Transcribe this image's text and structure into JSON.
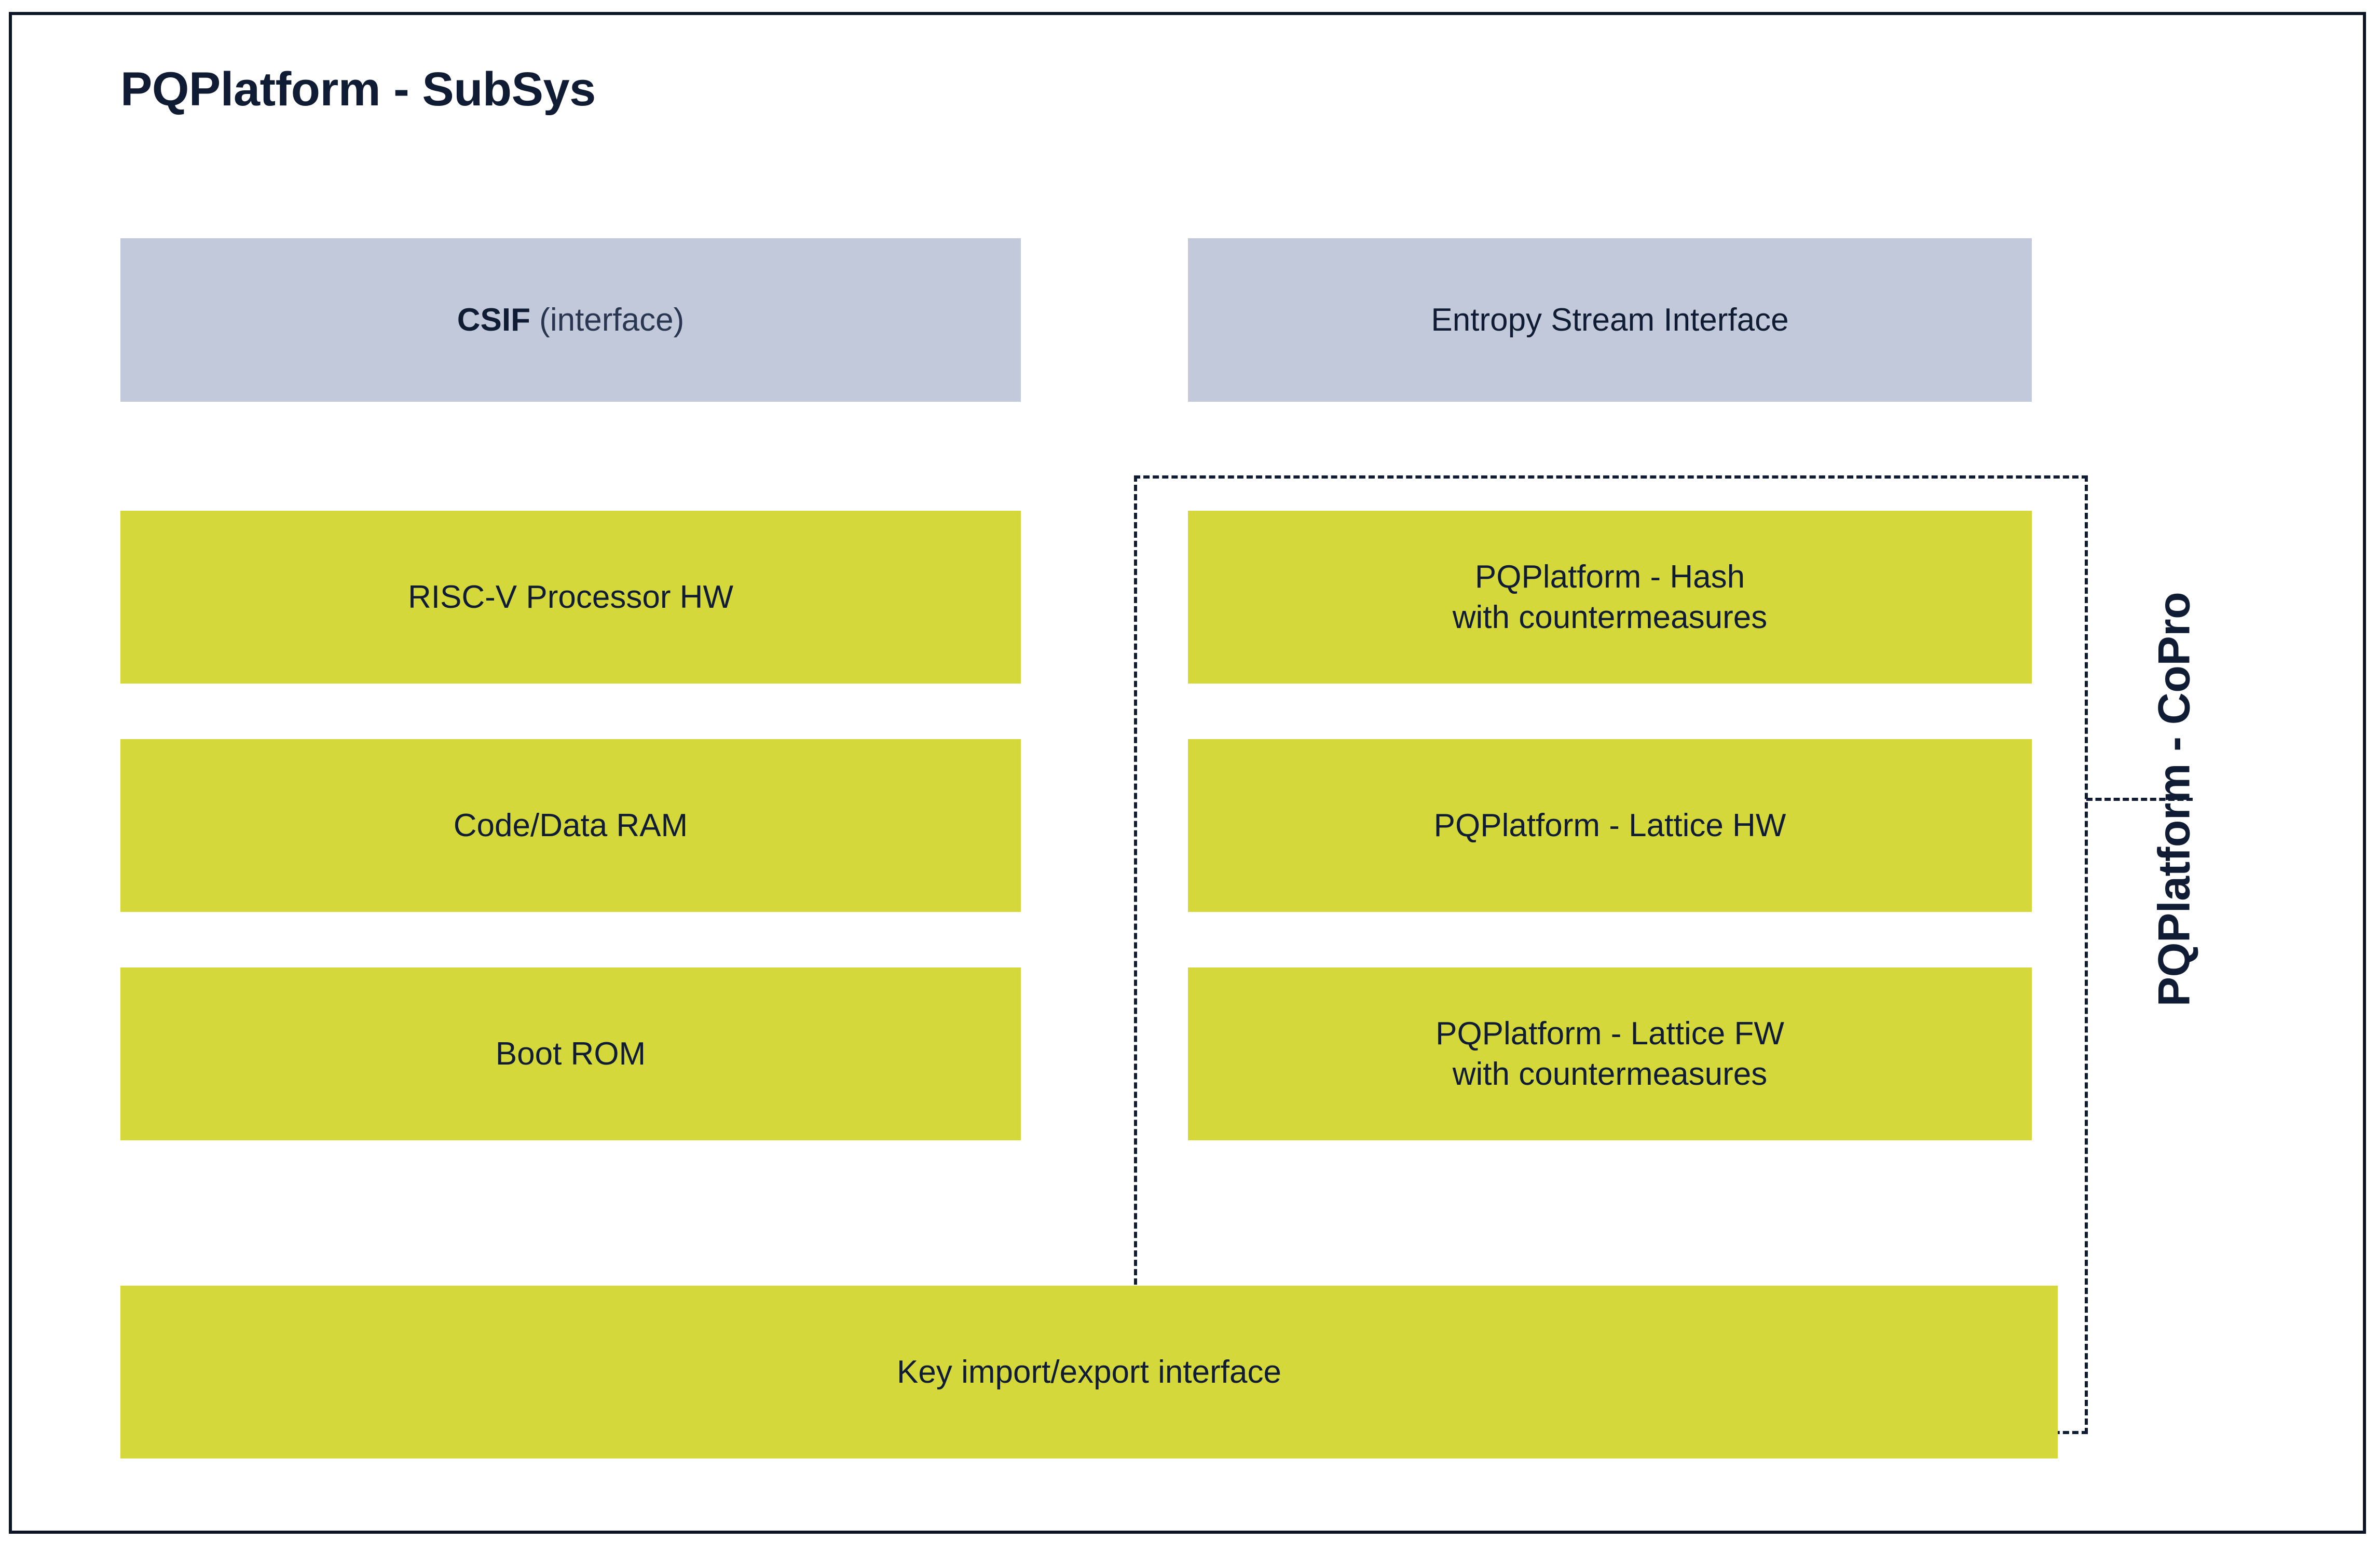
{
  "diagram": {
    "title": "PQPlatform - SubSys",
    "colors": {
      "frame": "#0c1628",
      "text": "#101c33",
      "interface_fill": "#c2c9da",
      "module_fill": "#d5d83b",
      "background": "#ffffff",
      "dashed_border": "#101c33"
    },
    "interfaces": [
      {
        "name": "csif",
        "label_strong": "CSIF",
        "label_light": " (interface)"
      },
      {
        "name": "entropy-stream-interface",
        "label": "Entropy Stream Interface"
      }
    ],
    "left_column": [
      {
        "name": "risc-v-processor-hw",
        "label": "RISC-V Processor HW"
      },
      {
        "name": "code-data-ram",
        "label": "Code/Data RAM"
      },
      {
        "name": "boot-rom",
        "label": "Boot ROM"
      }
    ],
    "copro": {
      "label": "PQPlatform - CoPro",
      "modules": [
        {
          "name": "pqplatform-hash",
          "line1": "PQPlatform - Hash",
          "line2": "with countermeasures"
        },
        {
          "name": "pqplatform-lattice-hw",
          "line1": "PQPlatform - Lattice HW",
          "line2": ""
        },
        {
          "name": "pqplatform-lattice-fw",
          "line1": "PQPlatform - Lattice FW",
          "line2": "with countermeasures"
        }
      ]
    },
    "bottom": {
      "name": "key-import-export-interface",
      "label": "Key import/export interface"
    }
  }
}
